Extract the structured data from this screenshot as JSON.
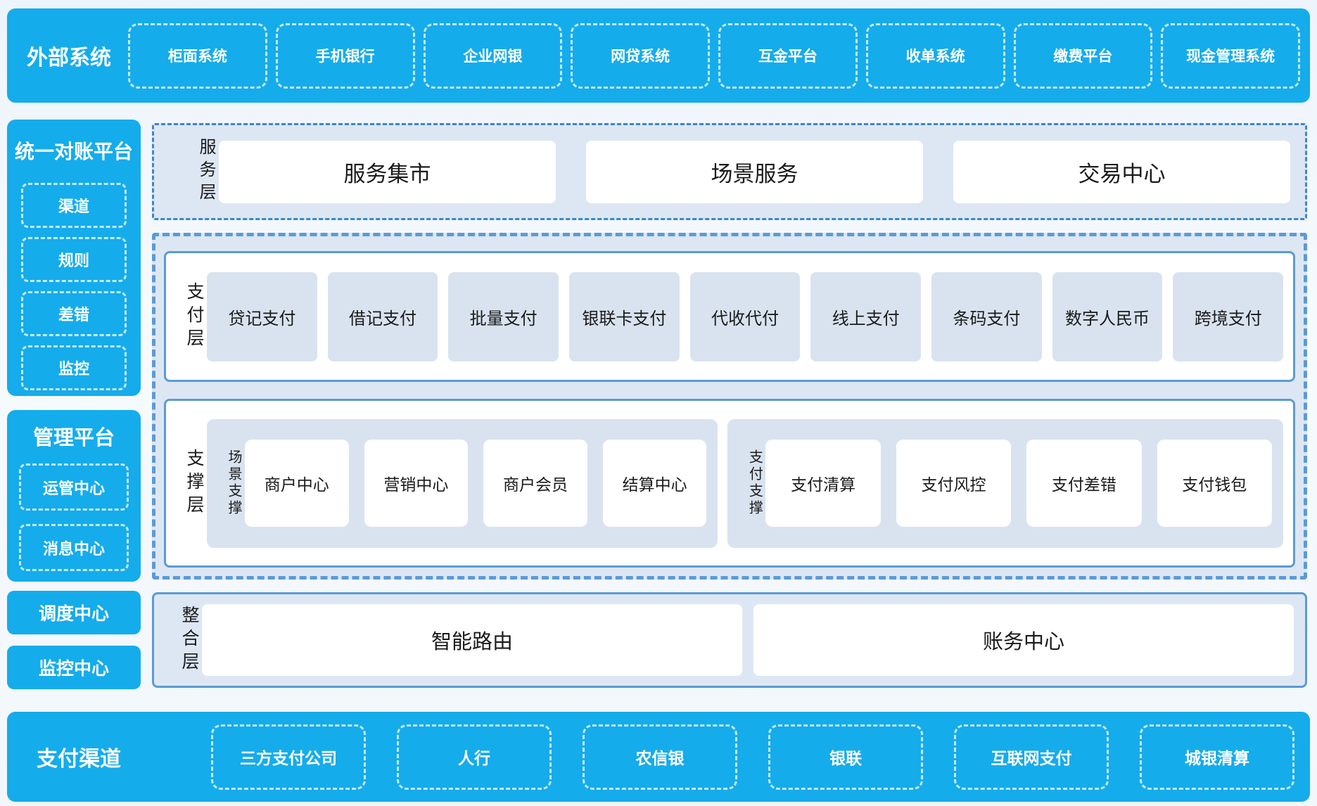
{
  "colors": {
    "accent_blue": "#15ACEB",
    "panel_light_blue": "#DDE7F4",
    "item_light_blue": "#D9E3F0",
    "border_blue": "#5B9BD5",
    "dashdot_border_blue": "#3E86C8"
  },
  "external_systems": {
    "title": "外部系统",
    "items": [
      "柜面系统",
      "手机银行",
      "企业网银",
      "网贷系统",
      "互金平台",
      "收单系统",
      "缴费平台",
      "现金管理系统"
    ]
  },
  "sidebar": {
    "reconciliation": {
      "title": "统一对账平台",
      "items": [
        "渠道",
        "规则",
        "差错",
        "监控"
      ]
    },
    "management": {
      "title": "管理平台",
      "items": [
        "运管中心",
        "消息中心"
      ]
    },
    "dispatch_center": "调度中心",
    "monitor_center": "监控中心"
  },
  "service_layer": {
    "label": "服务层",
    "items": [
      "服务集市",
      "场景服务",
      "交易中心"
    ]
  },
  "payment_layer": {
    "label": "支付层",
    "items": [
      "贷记支付",
      "借记支付",
      "批量支付",
      "银联卡支付",
      "代收代付",
      "线上支付",
      "条码支付",
      "数字人民币",
      "跨境支付"
    ]
  },
  "support_layer": {
    "label": "支撑层",
    "groups": [
      {
        "label": "场景支撑",
        "items": [
          "商户中心",
          "营销中心",
          "商户会员",
          "结算中心"
        ]
      },
      {
        "label": "支付支撑",
        "items": [
          "支付清算",
          "支付风控",
          "支付差错",
          "支付钱包"
        ]
      }
    ]
  },
  "integration_layer": {
    "label": "整合层",
    "items": [
      "智能路由",
      "账务中心"
    ]
  },
  "payment_channels": {
    "title": "支付渠道",
    "items": [
      "三方支付公司",
      "人行",
      "农信银",
      "银联",
      "互联网支付",
      "城银清算"
    ]
  }
}
